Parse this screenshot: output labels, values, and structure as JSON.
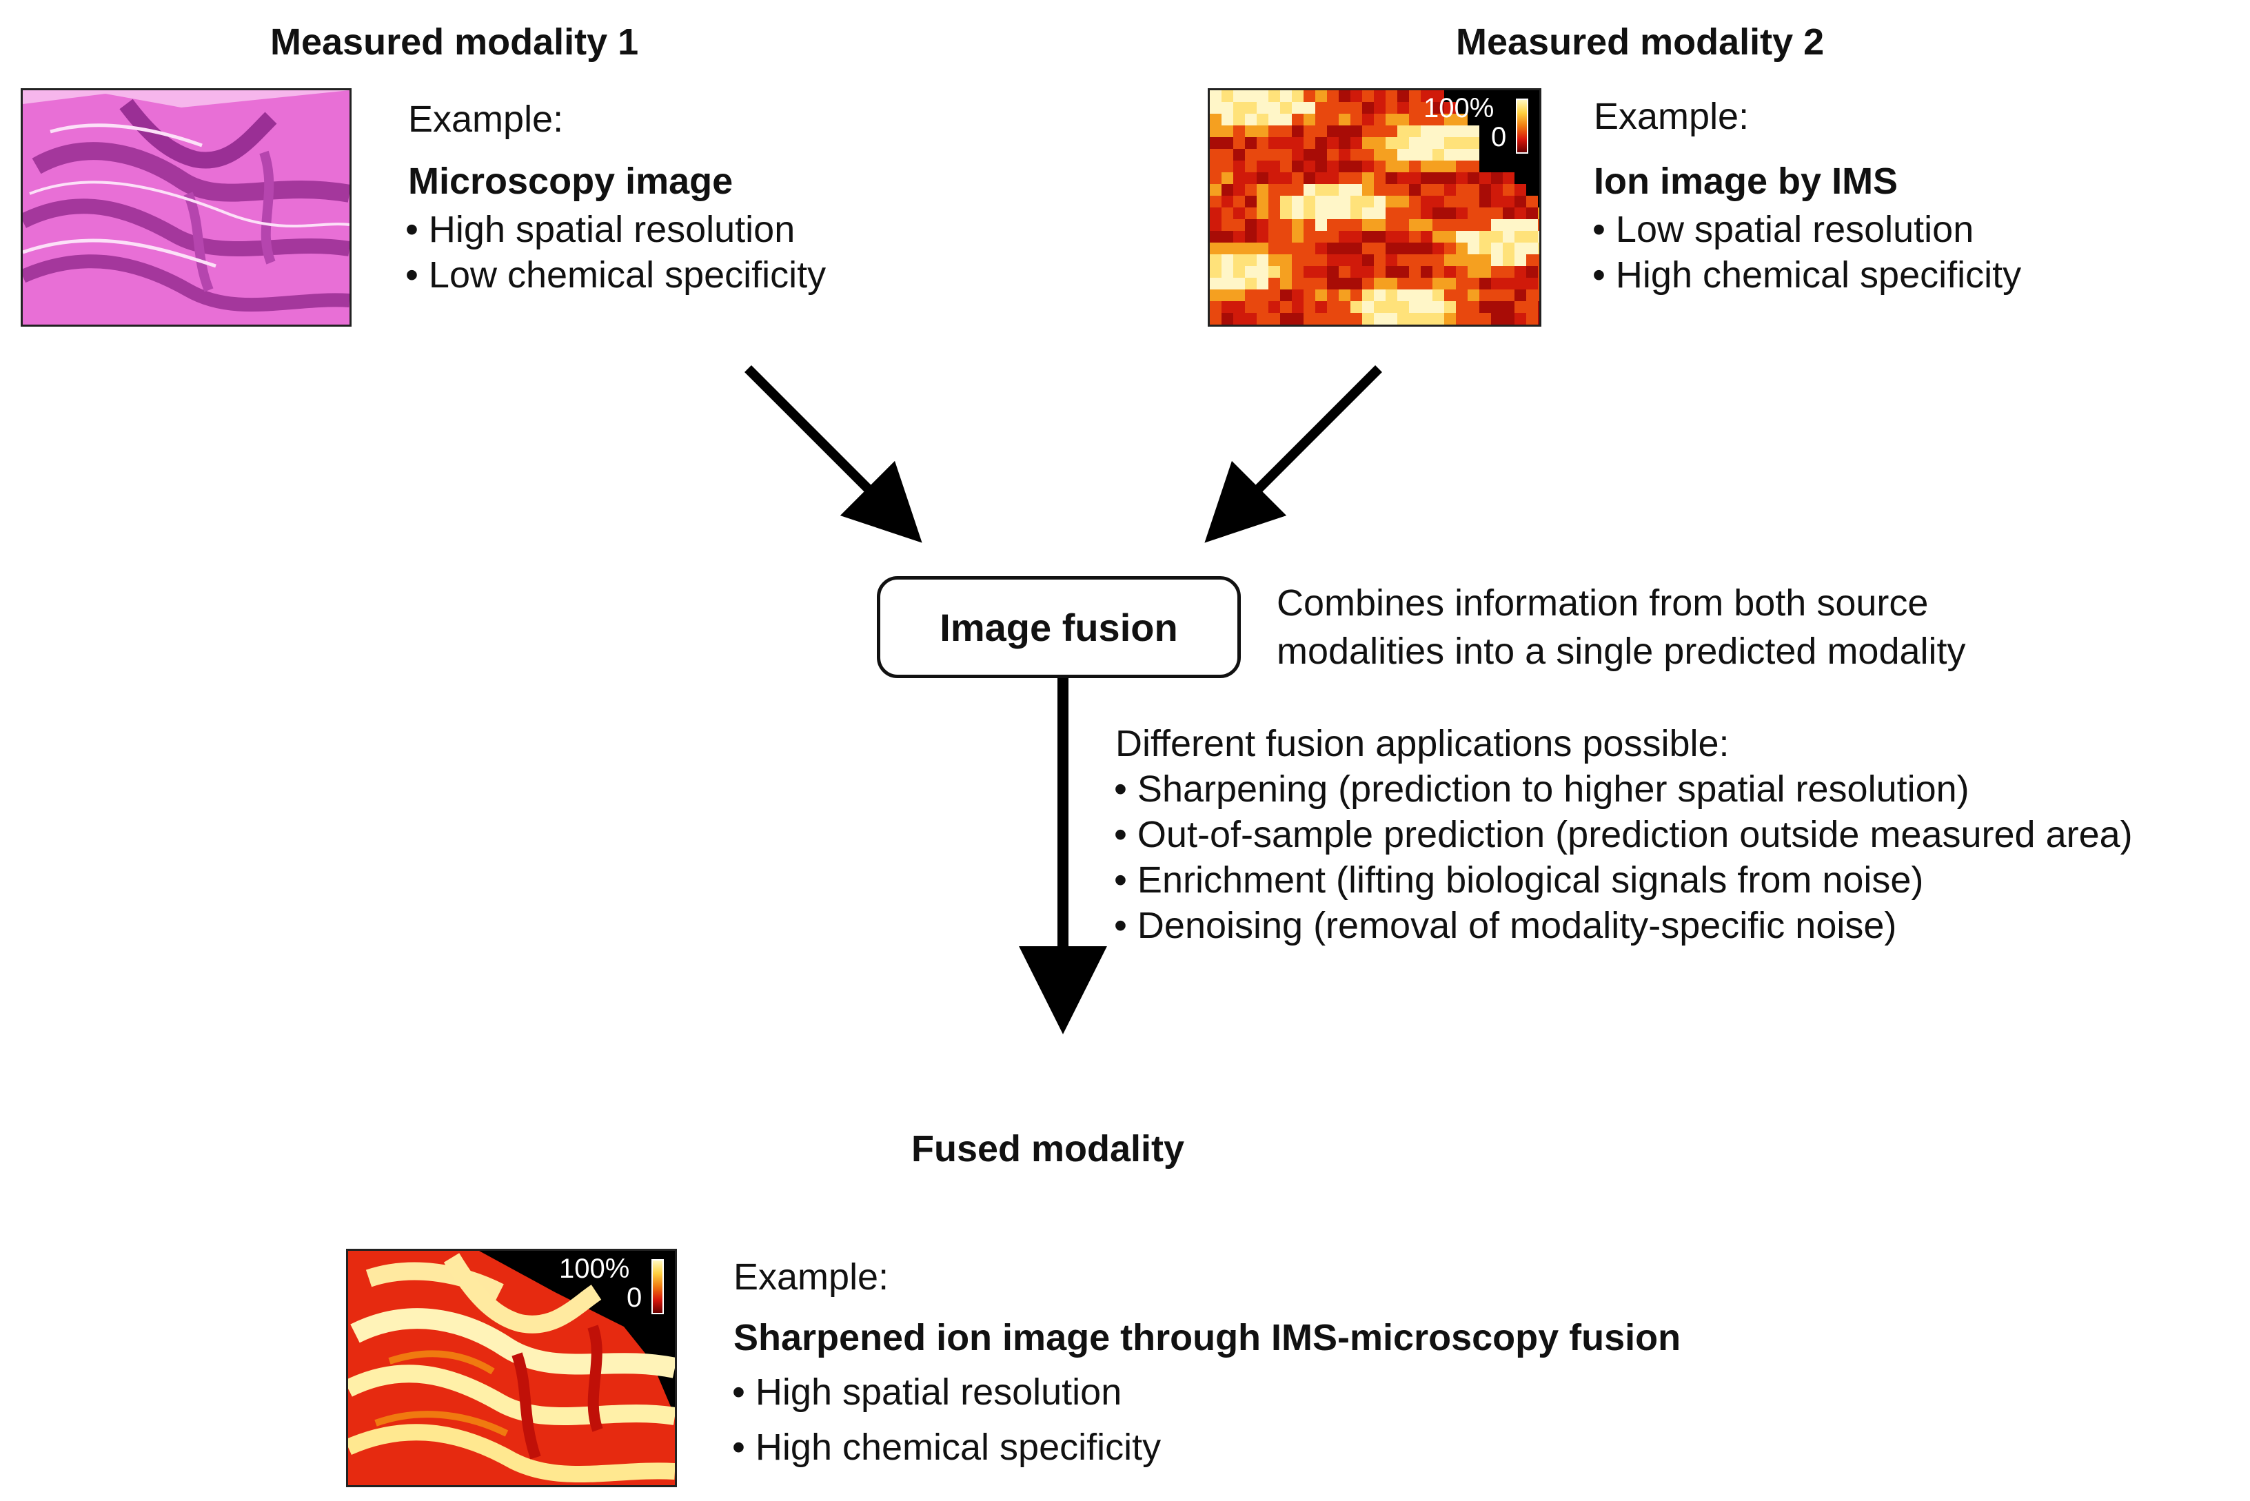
{
  "modality1": {
    "title": "Measured modality 1",
    "example_label": "Example:",
    "example_name": "Microscopy image",
    "bullets": [
      "High spatial resolution",
      "Low chemical specificity"
    ]
  },
  "modality2": {
    "title": "Measured modality 2",
    "example_label": "Example:",
    "example_name": "Ion image by IMS",
    "bullets": [
      "Low spatial resolution",
      "High chemical specificity"
    ],
    "scale_max": "100%",
    "scale_min": "0"
  },
  "fusion": {
    "box_label": "Image fusion",
    "description": [
      "Combines information from both source",
      "modalities into a single predicted modality"
    ],
    "applications_title": "Different fusion applications possible:",
    "applications": [
      "Sharpening (prediction to higher spatial resolution)",
      "Out-of-sample prediction (prediction outside measured area)",
      "Enrichment (lifting biological signals from noise)",
      "Denoising (removal of modality-specific noise)"
    ]
  },
  "fused": {
    "title": "Fused modality",
    "example_label": "Example:",
    "example_name": "Sharpened ion image through IMS-microscopy fusion",
    "bullets": [
      "High spatial resolution",
      "High chemical specificity"
    ],
    "scale_max": "100%",
    "scale_min": "0"
  },
  "colors": {
    "microscopy_bg": "#f2a8e6",
    "microscopy_tissue": "#e25fd0",
    "microscopy_dark": "#a0359a",
    "ion_black": "#000000",
    "ion_red": "#d8180c",
    "ion_orange": "#f07a10",
    "ion_yellow": "#fff3b0",
    "arrow": "#000000"
  }
}
